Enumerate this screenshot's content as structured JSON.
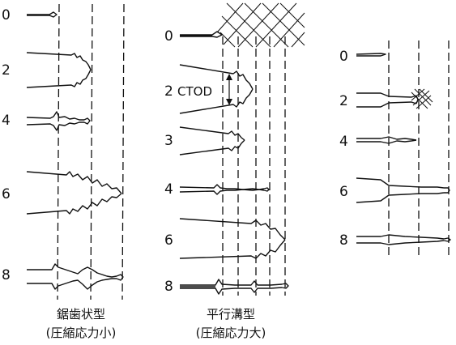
{
  "panels": [
    {
      "id": "sawtooth",
      "labels": [
        "0",
        "2",
        "4",
        "6",
        "8"
      ],
      "caption_line1": "鋸歯状型",
      "caption_line2": "(圧縮応力小)"
    },
    {
      "id": "parallel",
      "labels": [
        "0",
        "2",
        "3",
        "4",
        "6",
        "8"
      ],
      "ctod_label": "CTOD",
      "caption_line1": "平行溝型",
      "caption_line2": "(圧縮応力大)"
    },
    {
      "id": "third",
      "labels": [
        "0",
        "2",
        "4",
        "6",
        "8"
      ]
    }
  ]
}
